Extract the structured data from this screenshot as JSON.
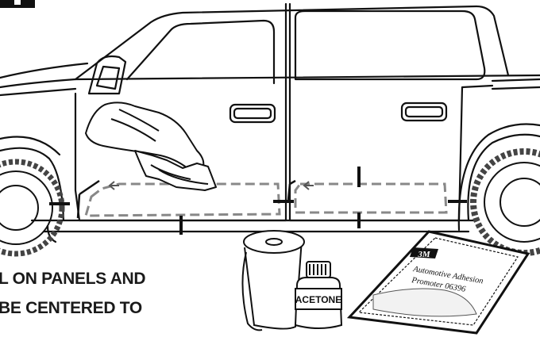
{
  "instructions": {
    "line1": "L ON PANELS AND",
    "line2": "BE CENTERED TO"
  },
  "bottle_label": "ACETONE",
  "packet": {
    "brand": "3M",
    "line1": "Automotive Adhesion",
    "line2": "Promoter 06396"
  },
  "colors": {
    "outline": "#111111",
    "guide": "#888888",
    "arrow": "#555555",
    "paper": "#ffffff"
  }
}
